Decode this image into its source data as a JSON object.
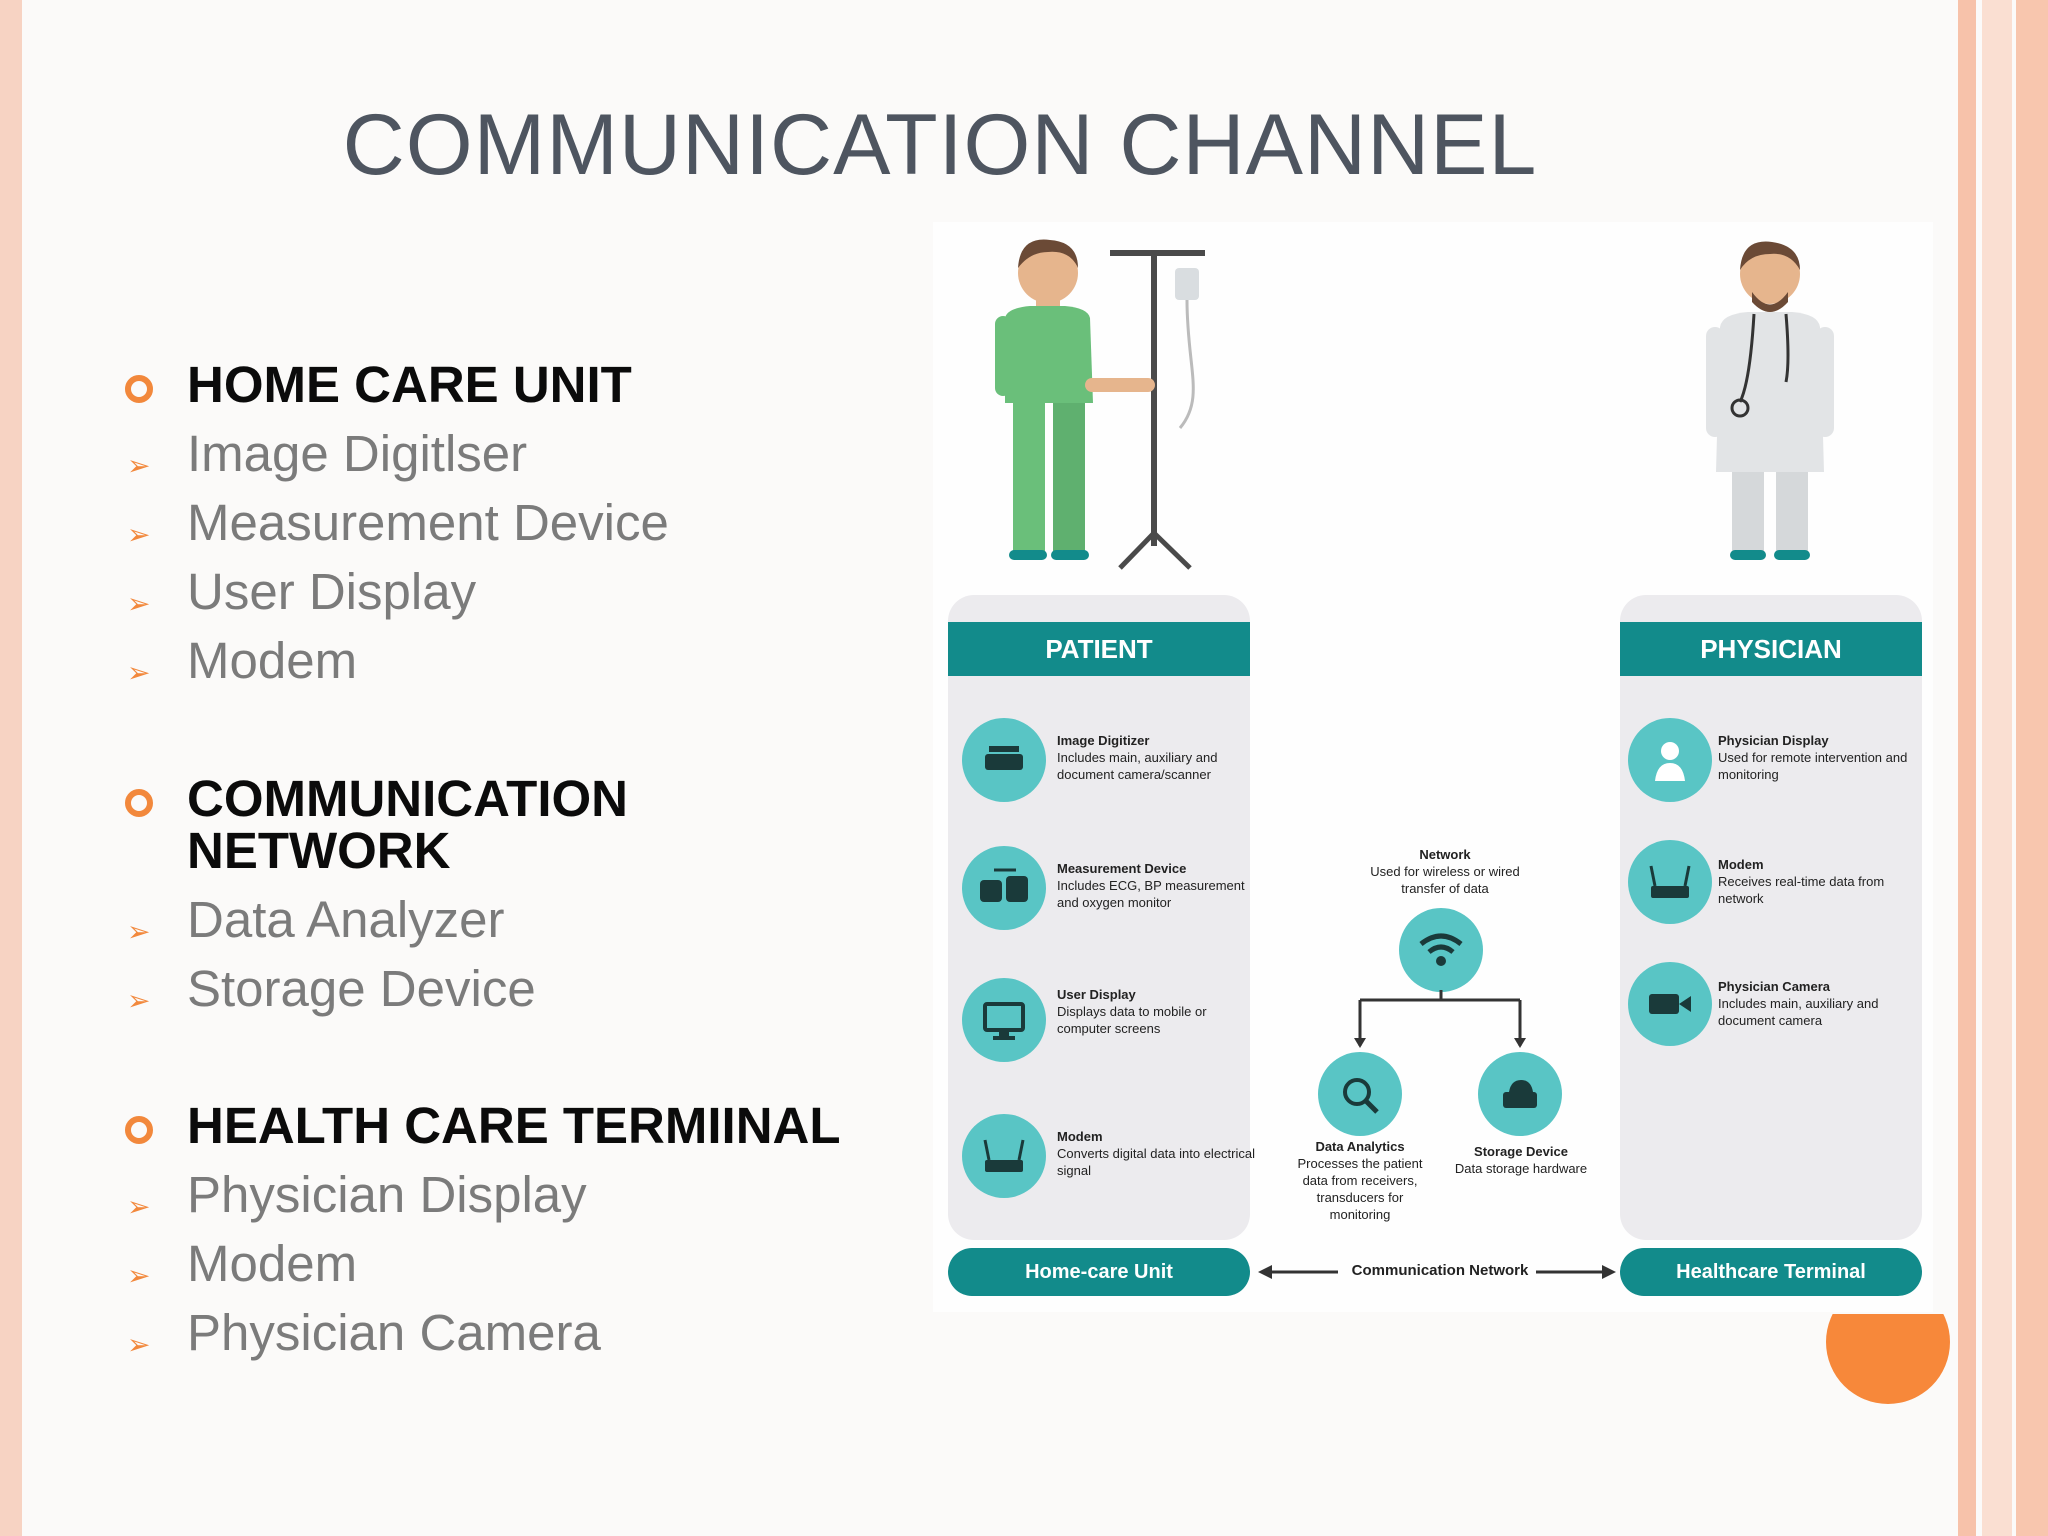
{
  "slide": {
    "title": "COMMUNICATION CHANNEL",
    "sections": [
      {
        "heading": "HOME CARE UNIT",
        "items": [
          "Image Digitlser",
          "Measurement Device",
          "User Display",
          "Modem"
        ]
      },
      {
        "heading_line1": "COMMUNICATION",
        "heading_line2": "NETWORK",
        "items": [
          "Data Analyzer",
          "Storage Device"
        ]
      },
      {
        "heading": "HEALTH CARE TERMIINAL",
        "items": [
          "Physician Display",
          "Modem",
          "Physician Camera"
        ]
      }
    ]
  },
  "diagram": {
    "patient": {
      "header": "PATIENT",
      "items": [
        {
          "title": "Image Digitizer",
          "desc": "Includes main, auxiliary and document camera/scanner",
          "icon": "scanner-icon"
        },
        {
          "title": "Measurement Device",
          "desc": "Includes ECG, BP measurement and oxygen monitor",
          "icon": "measurement-icon"
        },
        {
          "title": "User Display",
          "desc": "Displays data to mobile or computer screens",
          "icon": "monitor-icon"
        },
        {
          "title": "Modem",
          "desc": "Converts digital data into electrical signal",
          "icon": "router-icon"
        }
      ],
      "footer": "Home-care Unit"
    },
    "physician": {
      "header": "PHYSICIAN",
      "items": [
        {
          "title": "Physician Display",
          "desc": "Used for remote intervention and monitoring",
          "icon": "physician-display-icon"
        },
        {
          "title": "Modem",
          "desc": "Receives real-time data from network",
          "icon": "router-icon"
        },
        {
          "title": "Physician Camera",
          "desc": "Includes main, auxiliary and document camera",
          "icon": "camera-icon"
        }
      ],
      "footer": "Healthcare Terminal"
    },
    "network": {
      "title": "Network",
      "desc": "Used for wireless or wired transfer of data",
      "analytics_title": "Data Analytics",
      "analytics_desc": "Processes the patient data from receivers, transducers for monitoring",
      "storage_title": "Storage Device",
      "storage_desc": "Data storage hardware",
      "footer": "Communication Network"
    }
  },
  "colors": {
    "accent": "#f2883c",
    "teal": "#128b8b",
    "teal_light": "#59c5c5",
    "title": "#4e5560"
  }
}
